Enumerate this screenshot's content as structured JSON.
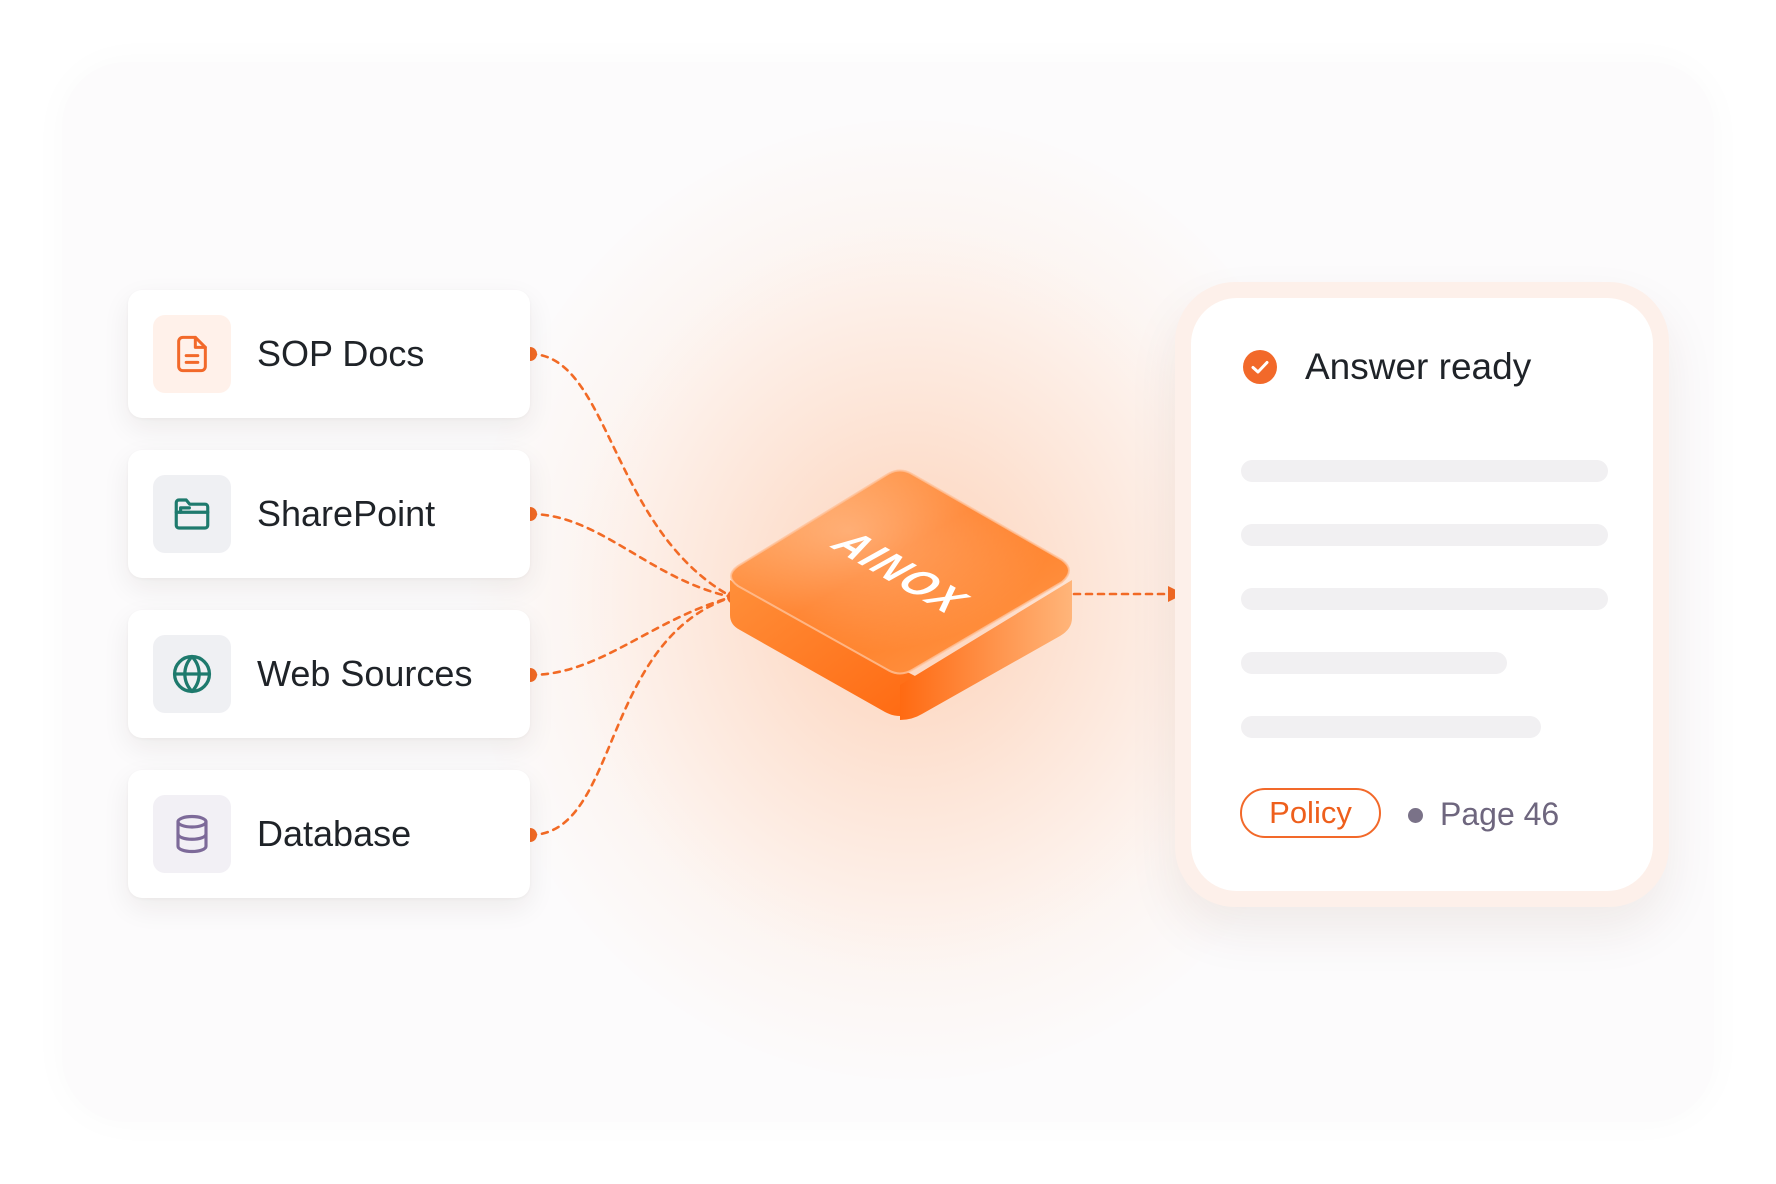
{
  "sources": [
    {
      "label": "SOP Docs",
      "icon": "file-text-icon",
      "icon_color": "#f2692a",
      "icon_bg": "#fff1ea"
    },
    {
      "label": "SharePoint",
      "icon": "folder-icon",
      "icon_color": "#1e7a6d",
      "icon_bg": "#eff0f3"
    },
    {
      "label": "Web Sources",
      "icon": "globe-icon",
      "icon_color": "#1e7a6d",
      "icon_bg": "#eff0f3"
    },
    {
      "label": "Database",
      "icon": "database-icon",
      "icon_color": "#7d6a99",
      "icon_bg": "#f2f0f5"
    }
  ],
  "hub": {
    "label": "AINOX"
  },
  "answer": {
    "title": "Answer ready",
    "status_icon": "check-circle-icon",
    "tag": "Policy",
    "page": "Page 46"
  },
  "colors": {
    "accent": "#f2692a",
    "connector": "#f26a25",
    "text": "#1f2328"
  }
}
